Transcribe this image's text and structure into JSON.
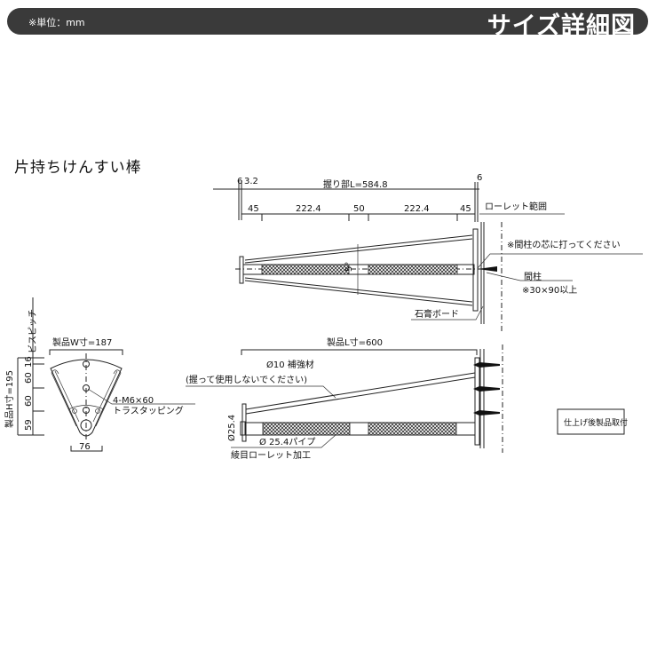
{
  "header": {
    "unit": "※単位：mm",
    "title": "サイズ詳細図"
  },
  "product_title": "片持ちけんすい棒",
  "plan_view": {
    "left_dims": "6",
    "left_dims2": "3.2",
    "grip_length": "握り部L=584.8",
    "right_dim": "6",
    "seg1": "45",
    "seg2": "222.4",
    "seg3": "50",
    "seg4": "222.4",
    "seg5": "45",
    "knurl_range": "ローレット範囲",
    "angle": "5°",
    "note_stud": "※間柱の芯に打ってください",
    "stud": "間柱",
    "stud_size": "※30×90以上",
    "gypsum": "石膏ボード"
  },
  "front_view": {
    "pitch_label": "ビスピッチ",
    "width": "製品W寸=187",
    "height": "製品H寸=195",
    "pitches": [
      "16",
      "60",
      "60",
      "59"
    ],
    "screw": "4-M6×60",
    "screw_type": "トラスタッピング",
    "bottom_width": "76"
  },
  "side_view": {
    "length": "製品L寸=600",
    "brace": "Ø10 補強材",
    "brace_note": "(握って使用しないでください)",
    "pipe_dia": "Ø25.4",
    "pipe": "Ø 25.4パイプ",
    "knurl": "綾目ローレット加工",
    "install_note": "仕上げ後製品取付"
  }
}
